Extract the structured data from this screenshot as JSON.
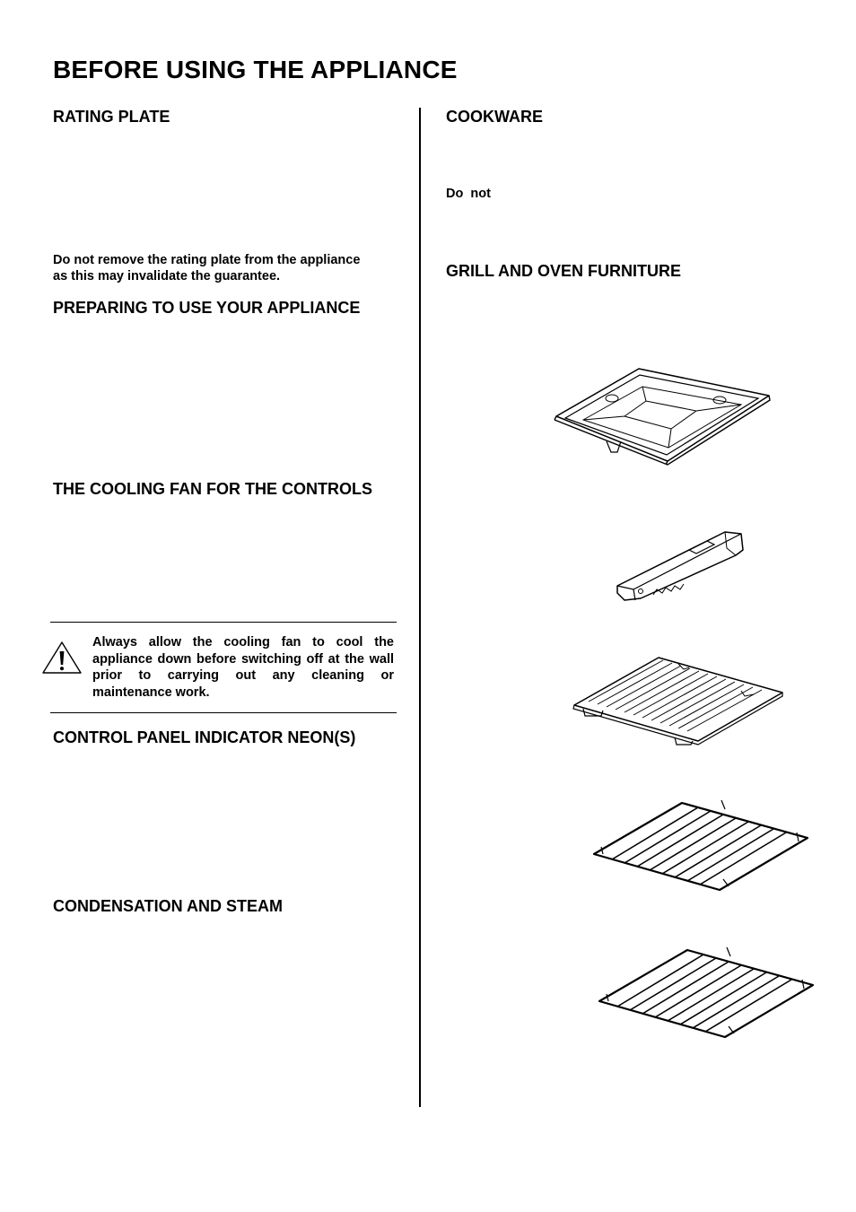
{
  "page": {
    "title": "BEFORE USING THE APPLIANCE"
  },
  "left_column": {
    "rating_plate": {
      "heading": "RATING PLATE",
      "note_line1": "Do not remove the rating plate from the appliance",
      "note_line2": "as this may invalidate the guarantee."
    },
    "preparing": {
      "heading": "PREPARING TO USE YOUR APPLIANCE"
    },
    "cooling_fan": {
      "heading": "THE COOLING FAN FOR THE CONTROLS"
    },
    "warning": {
      "icon": "warning-triangle-icon",
      "text": "Always allow the cooling fan to cool the appliance down before switching off at the wall prior to carrying out any cleaning or maintenance work."
    },
    "neon": {
      "heading": "CONTROL PANEL INDICATOR NEON(S)"
    },
    "condensation": {
      "heading": "CONDENSATION AND STEAM"
    }
  },
  "right_column": {
    "cookware": {
      "heading": "COOKWARE",
      "note": "Do  not"
    },
    "furniture": {
      "heading": "GRILL AND OVEN FURNITURE",
      "items": [
        {
          "icon": "grill-pan-icon"
        },
        {
          "icon": "grill-pan-handle-icon"
        },
        {
          "icon": "grill-pan-grid-icon"
        },
        {
          "icon": "oven-shelf-icon"
        },
        {
          "icon": "oven-shelf-icon"
        }
      ]
    }
  }
}
